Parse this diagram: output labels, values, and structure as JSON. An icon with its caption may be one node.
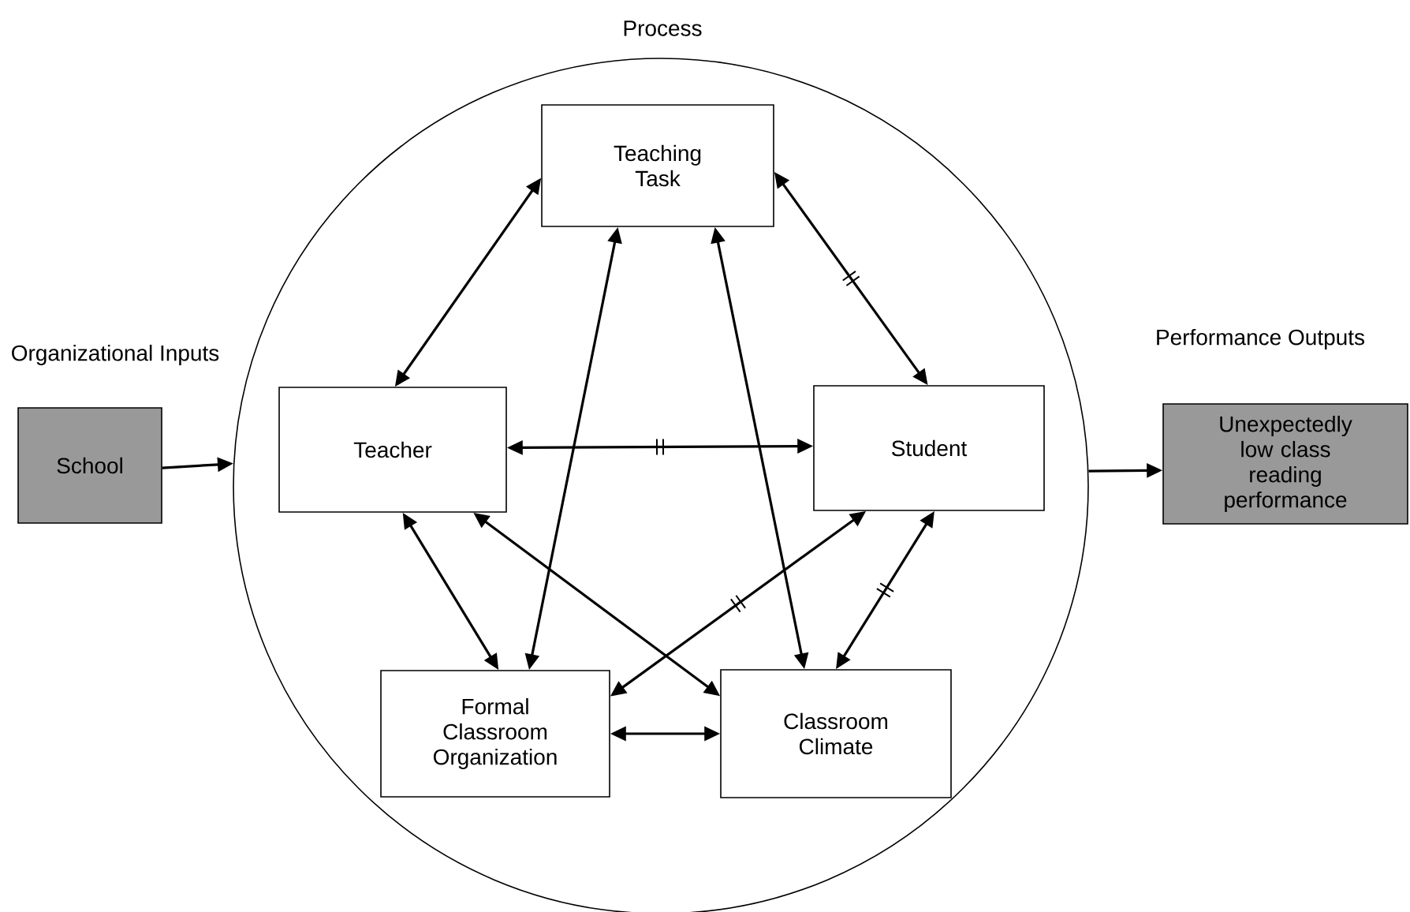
{
  "diagram": {
    "nodes": [
      {
        "text": [
          "Process"
        ]
      },
      {
        "text": [
          "Teaching Task"
        ],
        "in": 0
      },
      {
        "text": [
          "Teacher"
        ],
        "in": 0
      },
      {
        "text": [
          "Student"
        ],
        "in": 0
      },
      {
        "text": [
          "Formal Classroom Organization"
        ],
        "in": 0
      },
      {
        "text": [
          "Classroom Climate"
        ],
        "in": 0
      },
      {
        "text": [
          "Organizational Inputs",
          "School"
        ]
      },
      {
        "text": [
          "Performance Outputs",
          "Unexpectedly low class reading performance"
        ]
      }
    ],
    "edges": [
      {
        "from": 1,
        "to": 2,
        "arrow": "both"
      },
      {
        "from": 1,
        "to": 3,
        "arrow": "both"
      },
      {
        "from": 1,
        "to": 4,
        "arrow": "both"
      },
      {
        "from": 1,
        "to": 5,
        "arrow": "both"
      },
      {
        "from": 2,
        "to": 3,
        "arrow": "both"
      },
      {
        "from": 2,
        "to": 4,
        "arrow": "both"
      },
      {
        "from": 2,
        "to": 5,
        "arrow": "both"
      },
      {
        "from": 3,
        "to": 4,
        "arrow": "both"
      },
      {
        "from": 3,
        "to": 5,
        "arrow": "both"
      },
      {
        "from": 4,
        "to": 5,
        "arrow": "both"
      },
      {
        "from": 6,
        "to": 0,
        "arrow": "to"
      },
      {
        "from": 0,
        "to": 7,
        "arrow": "to"
      }
    ]
  }
}
